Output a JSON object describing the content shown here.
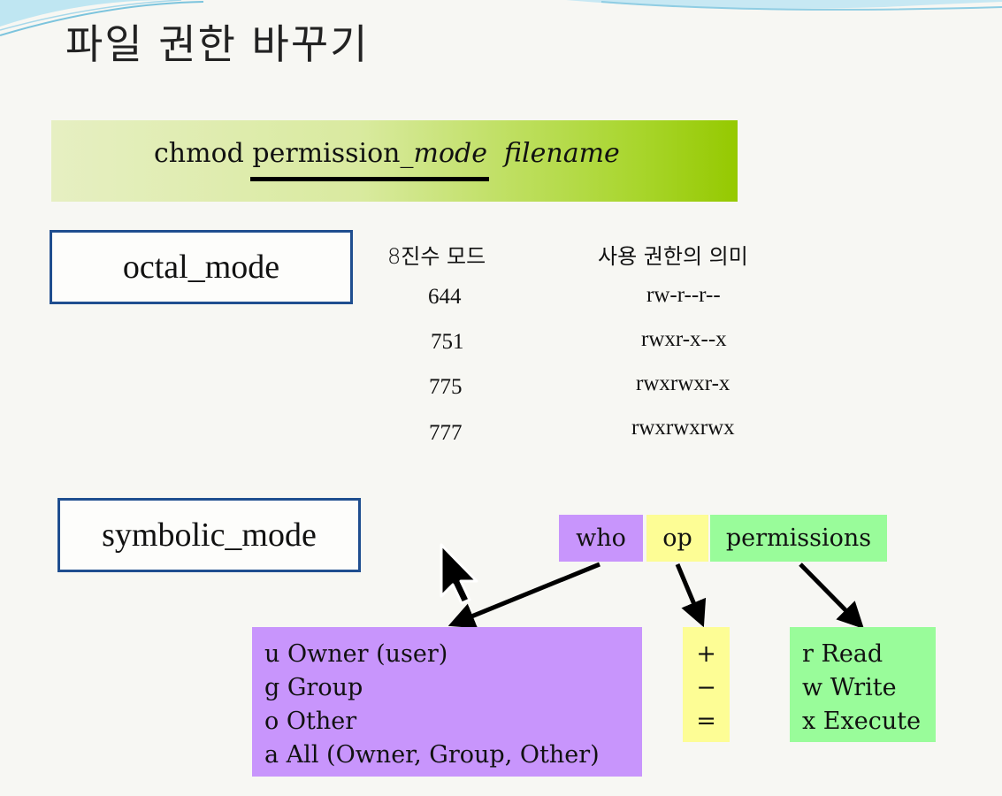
{
  "slide": {
    "title": "파일 권한 바꾸기",
    "command": {
      "cmd": "chmod",
      "mode_prefix": "permission_",
      "mode_suffix": "mode",
      "arg": "filename"
    },
    "octal": {
      "box_label": "octal_mode",
      "header_mode": "8진수 모드",
      "header_meaning": "사용 권한의 의미",
      "rows": [
        {
          "mode": "644",
          "meaning": "rw-r--r--"
        },
        {
          "mode": "751",
          "meaning": "rwxr-x--x"
        },
        {
          "mode": "775",
          "meaning": "rwxrwxr-x"
        },
        {
          "mode": "777",
          "meaning": "rwxrwxrwx"
        }
      ]
    },
    "symbolic": {
      "box_label": "symbolic_mode",
      "tags": {
        "who": "who",
        "op": "op",
        "permissions": "permissions"
      },
      "who_lines": [
        "u Owner (user)",
        "g Group",
        "o Other",
        "a All (Owner, Group, Other)"
      ],
      "op_lines": [
        "+",
        "−",
        "="
      ],
      "perm_lines": [
        "r Read",
        "w Write",
        "x Execute"
      ]
    },
    "colors": {
      "who": "#c895fc",
      "op": "#fdfd95",
      "permissions": "#99fc9a",
      "box_border": "#1f4e8f",
      "command_bar_end": "#95c900"
    }
  }
}
